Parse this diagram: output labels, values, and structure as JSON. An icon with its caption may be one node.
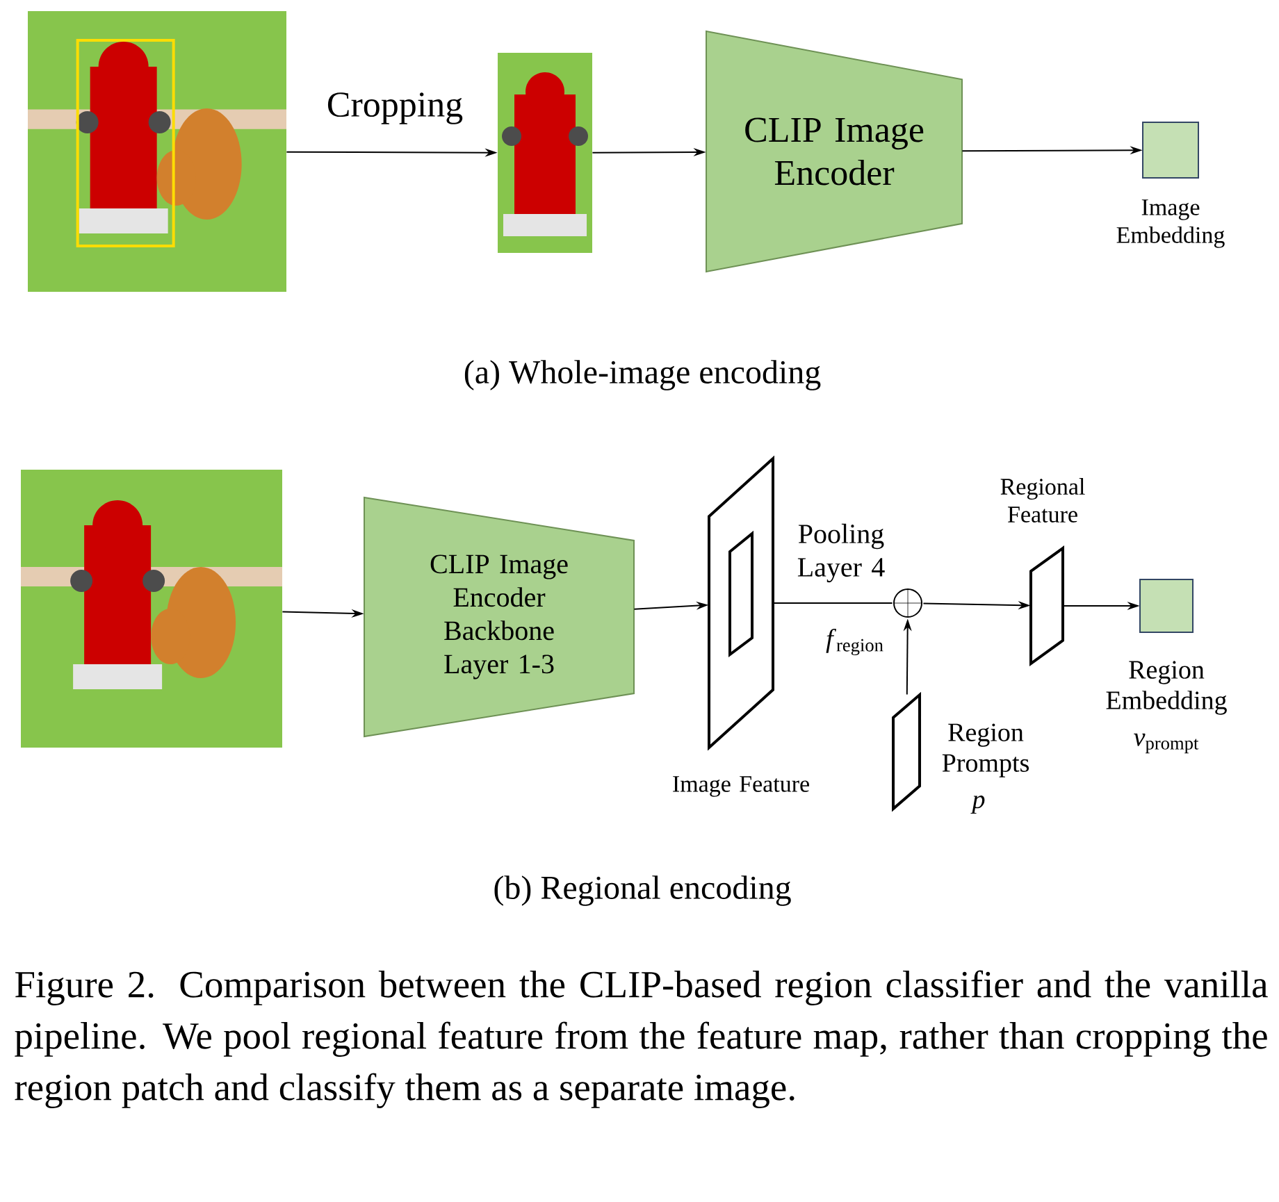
{
  "diagram": {
    "caption": "Figure 2.  Comparison between the CLIP-based region classifier and the vanilla pipeline. We pool regional feature from the feature map, rather than cropping the region patch and classify them as a separate image.",
    "nodes": [
      {
        "text": [],
        "shape": "picture"
      },
      {
        "text": [],
        "shape": "picture"
      },
      {
        "text": [
          "CLIP Image Encoder"
        ]
      },
      {
        "text": [],
        "shape": "box",
        "beside": [
          "Image Embedding"
        ]
      },
      {
        "text": [],
        "shape": "picture"
      },
      {
        "text": [
          "CLIP Image Encoder Backbone Layer 1-3"
        ]
      },
      {
        "text": [],
        "shape": "parallelogram",
        "beside": [
          "Image Feature"
        ]
      },
      {
        "text": [],
        "shape": "circle"
      },
      {
        "text": [],
        "shape": "parallelogram",
        "beside": [
          "Regional Feature"
        ]
      },
      {
        "text": [],
        "shape": "box",
        "beside": [
          "Region Embedding",
          "*v*$_{prompt}$"
        ]
      },
      {
        "text": [],
        "shape": "parallelogram",
        "beside": [
          "Region Prompts",
          "*p*"
        ]
      }
    ],
    "edges": [
      {
        "from": 0,
        "to": 1,
        "arrow": "to",
        "label": "Cropping"
      },
      {
        "from": 1,
        "to": 2,
        "arrow": "to"
      },
      {
        "from": 2,
        "to": 3,
        "arrow": "to"
      },
      {
        "from": 4,
        "to": 5,
        "arrow": "to"
      },
      {
        "from": 5,
        "to": 6,
        "arrow": "to"
      },
      {
        "from": 6,
        "to": 7,
        "arrow": "none",
        "label": "Pooling Layer 4"
      },
      {
        "from": 7,
        "to": 8,
        "arrow": "to"
      },
      {
        "from": 8,
        "to": 9,
        "arrow": "to"
      },
      {
        "from": 10,
        "to": 7,
        "arrow": "to"
      }
    ],
    "labels": [
      "(a) Whole-image encoding",
      "*f*$_{region}$",
      "(b) Regional encoding"
    ]
  }
}
